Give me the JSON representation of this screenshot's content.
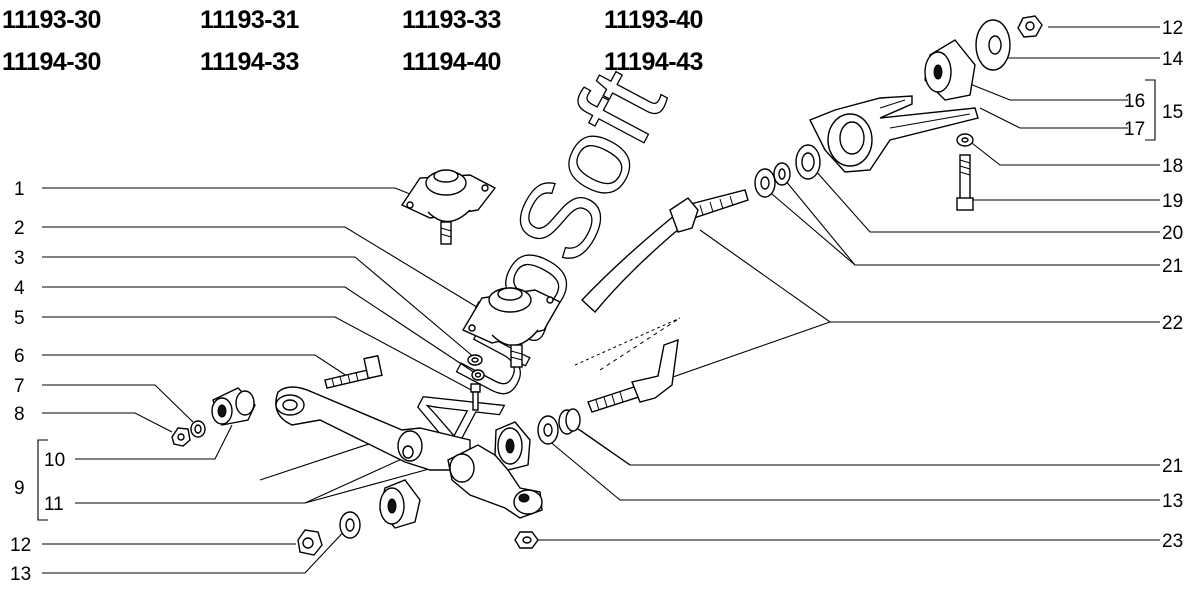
{
  "models": [
    "11193-30",
    "11193-31",
    "11193-33",
    "11193-40",
    "11194-30",
    "11194-33",
    "11194-40",
    "11194-43"
  ],
  "watermark": "AutoSoft",
  "callouts": {
    "c1": "1",
    "c2": "2",
    "c3": "3",
    "c4": "4",
    "c5": "5",
    "c6": "6",
    "c7": "7",
    "c8": "8",
    "c9": "9",
    "c10": "10",
    "c11": "11",
    "c12_left": "12",
    "c13_left": "13",
    "c12_right": "12",
    "c14": "14",
    "c16": "16",
    "c15": "15",
    "c17": "17",
    "c18": "18",
    "c19": "19",
    "c20": "20",
    "c21_upper": "21",
    "c22": "22",
    "c21_lower": "21",
    "c13_right": "13",
    "c23": "23"
  }
}
